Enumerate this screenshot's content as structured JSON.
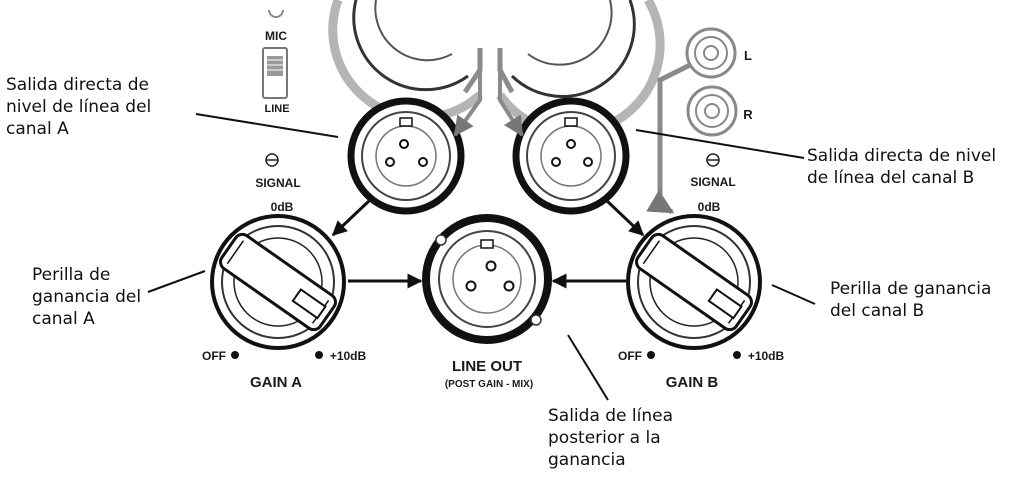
{
  "panel_labels": {
    "mic": "MIC",
    "line": "LINE",
    "rca_left": "L",
    "rca_right": "R",
    "signal_a": "SIGNAL",
    "signal_b": "SIGNAL",
    "odb_a": "0dB",
    "odb_b": "0dB",
    "off_a": "OFF",
    "off_b": "OFF",
    "plus10_a": "+10dB",
    "plus10_b": "+10dB",
    "gain_a": "GAIN A",
    "gain_b": "GAIN B",
    "line_out": "LINE OUT",
    "line_out_sub": "(POST GAIN - MIX)"
  },
  "callouts": {
    "direct_out_a": [
      "Salida directa de",
      "nivel de línea del",
      "canal A"
    ],
    "direct_out_b": [
      "Salida directa de nivel",
      "de línea del canal B"
    ],
    "gain_knob_a": [
      "Perilla de",
      "ganancia del",
      "canal A"
    ],
    "gain_knob_b": [
      "Perilla de ganancia",
      "del canal B"
    ],
    "line_out_post": [
      "Salida de línea",
      "posterior a la",
      "ganancia"
    ]
  },
  "colors": {
    "ink": "#111111",
    "panel_gray": "#9a9a9a",
    "light_gray": "#bdbdbd"
  }
}
